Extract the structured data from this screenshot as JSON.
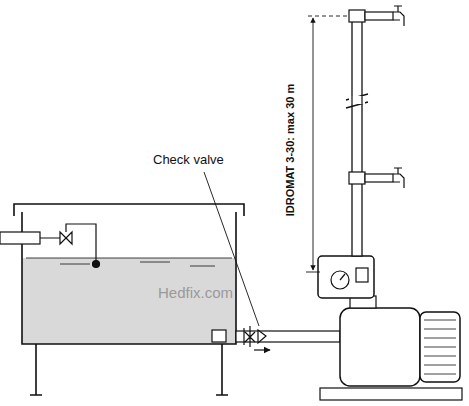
{
  "diagram": {
    "labels": [
      "Check valve",
      "IDROMAT 3-30:  max 30 m",
      "Hedfix.com"
    ]
  }
}
